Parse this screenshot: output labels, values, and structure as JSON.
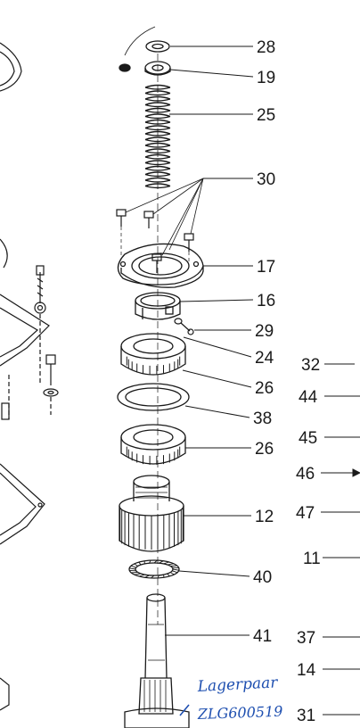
{
  "diagram": {
    "callouts_right": [
      "28",
      "19",
      "25",
      "30",
      "17",
      "16",
      "29",
      "24",
      "26",
      "38",
      "26",
      "12",
      "40",
      "41"
    ],
    "callouts_left_edge": [
      "32",
      "44",
      "45",
      "46",
      "47",
      "11",
      "37",
      "14",
      "31"
    ],
    "handwritten_note": {
      "line1": "Lagerpaar",
      "line2": "ZLG600519"
    },
    "colors": {
      "ink": "#1a1a1a",
      "paper": "#ffffff",
      "pen": "#1e4fb0"
    }
  }
}
